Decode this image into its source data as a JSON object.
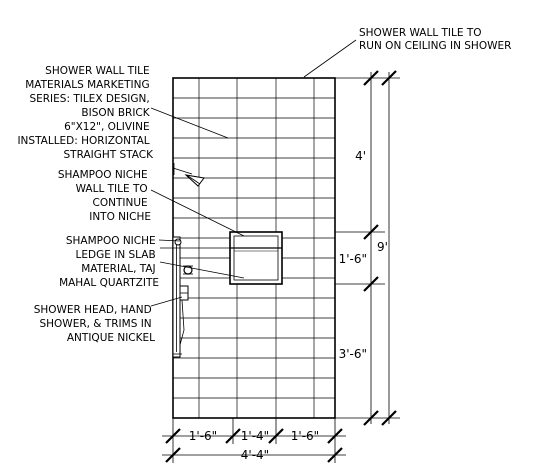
{
  "notes": {
    "ceiling": [
      "SHOWER WALL TILE TO",
      "RUN ON CEILING IN SHOWER"
    ],
    "wall_tile": [
      "SHOWER WALL TILE",
      "MATERIALS MARKETING",
      "SERIES: TILEX DESIGN,",
      "BISON BRICK",
      "6\"X12\", OLIVINE",
      "INSTALLED: HORIZONTAL",
      "STRAIGHT STACK"
    ],
    "niche_tile": [
      "SHAMPOO NICHE",
      "WALL TILE TO",
      "CONTINUE",
      "INTO NICHE"
    ],
    "niche_ledge": [
      "SHAMPOO NICHE",
      "LEDGE IN SLAB",
      "MATERIAL, TAJ",
      "MAHAL QUARTZITE"
    ],
    "fixtures": [
      "SHOWER HEAD, HAND",
      "SHOWER, & TRIMS IN",
      "ANTIQUE NICKEL"
    ]
  },
  "dimensions": {
    "vertical": [
      "4'",
      "1'-6\"",
      "3'-6\""
    ],
    "overall_height": "9'",
    "horizontal": [
      "1'-6\"",
      "1'-4\"",
      "1'-6\""
    ],
    "overall_width": "4'-4\""
  }
}
